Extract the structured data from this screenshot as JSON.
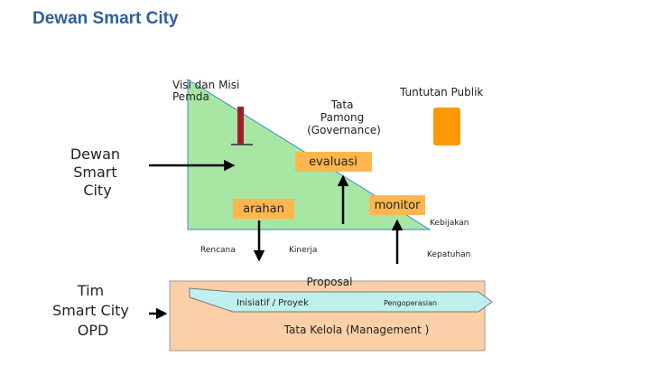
{
  "page": {
    "title": "Dewan Smart City"
  },
  "diagram": {
    "left_labels": {
      "dewan": [
        "Dewan",
        "Smart",
        "City"
      ],
      "tim": [
        "Tim",
        "Smart City",
        "OPD"
      ]
    },
    "triangle": {
      "visi_misi": [
        "Visi dan Misi",
        "Pemda"
      ],
      "tata_pamong": [
        "Tata",
        "Pamong",
        "(Governance)"
      ],
      "tuntutan_publik": "Tuntutan Publik",
      "evaluasi": "evaluasi",
      "arahan": "arahan",
      "monitor": "monitor",
      "kebijakan": "Kebijakan"
    },
    "flow_labels": {
      "rencana": "Rencana",
      "kinerja": "Kinerja",
      "kepatuhan": "Kepatuhan",
      "proposal": "Proposal"
    },
    "management": {
      "inisiatif": "Inisiatif / Proyek",
      "pengoperasian": "Pengoperasian",
      "tata_kelola": "Tata Kelola (Management )"
    },
    "colors": {
      "title": "#2e5f9c",
      "triangle_fill": "#a8e6a3",
      "label_box": "#ffb74d",
      "management_fill": "#fbd0a8",
      "arrow_band": "#bff0ee",
      "orange_bar": "#ff9900",
      "red_bar": "#a0202a"
    }
  }
}
